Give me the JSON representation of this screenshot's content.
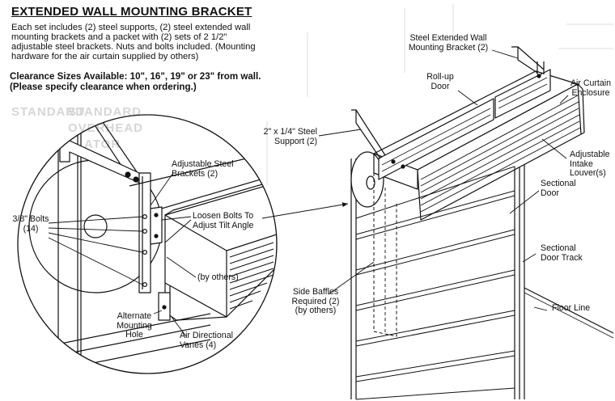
{
  "header": {
    "title": "EXTENDED WALL MOUNTING BRACKET",
    "description": [
      "Each set includes (2) steel supports, (2) steel extended wall",
      "mounting brackets and a packet with (2) sets of 2 1/2\"",
      "adjustable steel brackets. Nuts and bolts included. (Mounting",
      "hardware for the air curtain supplied by others)"
    ],
    "clearance": [
      "Clearance Sizes Available:  10\", 16\", 19\" or 23\" from wall.",
      "(Please specify clearance when ordering.)"
    ]
  },
  "background_text": [
    "STANDARD",
    "OVERHEAD",
    "ATOR"
  ],
  "detail_labels": {
    "adjustable_brackets": [
      "Adjustable Steel",
      "Brackets (2)"
    ],
    "loosen_bolts": [
      "Loosen Bolts To",
      "Adjust Tilt Angle"
    ],
    "bolts": [
      "3/8\" Bolts",
      "(14)"
    ],
    "by_others": "(by others)",
    "alternate_hole": [
      "Alternate",
      "Mounting",
      "Hole"
    ],
    "air_vanes": [
      "Air Directional",
      "Vanes (4)"
    ]
  },
  "main_labels": {
    "steel_bracket": [
      "Steel Extended Wall",
      "Mounting Bracket (2)"
    ],
    "rollup_door": [
      "Roll-up",
      "Door"
    ],
    "air_curtain_enclosure": [
      "Air Curtain",
      "Enclosure"
    ],
    "steel_support": [
      "2\" x 1/4\" Steel",
      "Support (2)"
    ],
    "intake_louvers": [
      "Adjustable",
      "Intake",
      "Louver(s)"
    ],
    "sectional_door": [
      "Sectional",
      "Door"
    ],
    "sectional_door_track": [
      "Sectional",
      "Door Track"
    ],
    "side_baffles": [
      "Side Baffles",
      "Required (2)",
      "(by others)"
    ],
    "floor_line": "Floor Line"
  }
}
